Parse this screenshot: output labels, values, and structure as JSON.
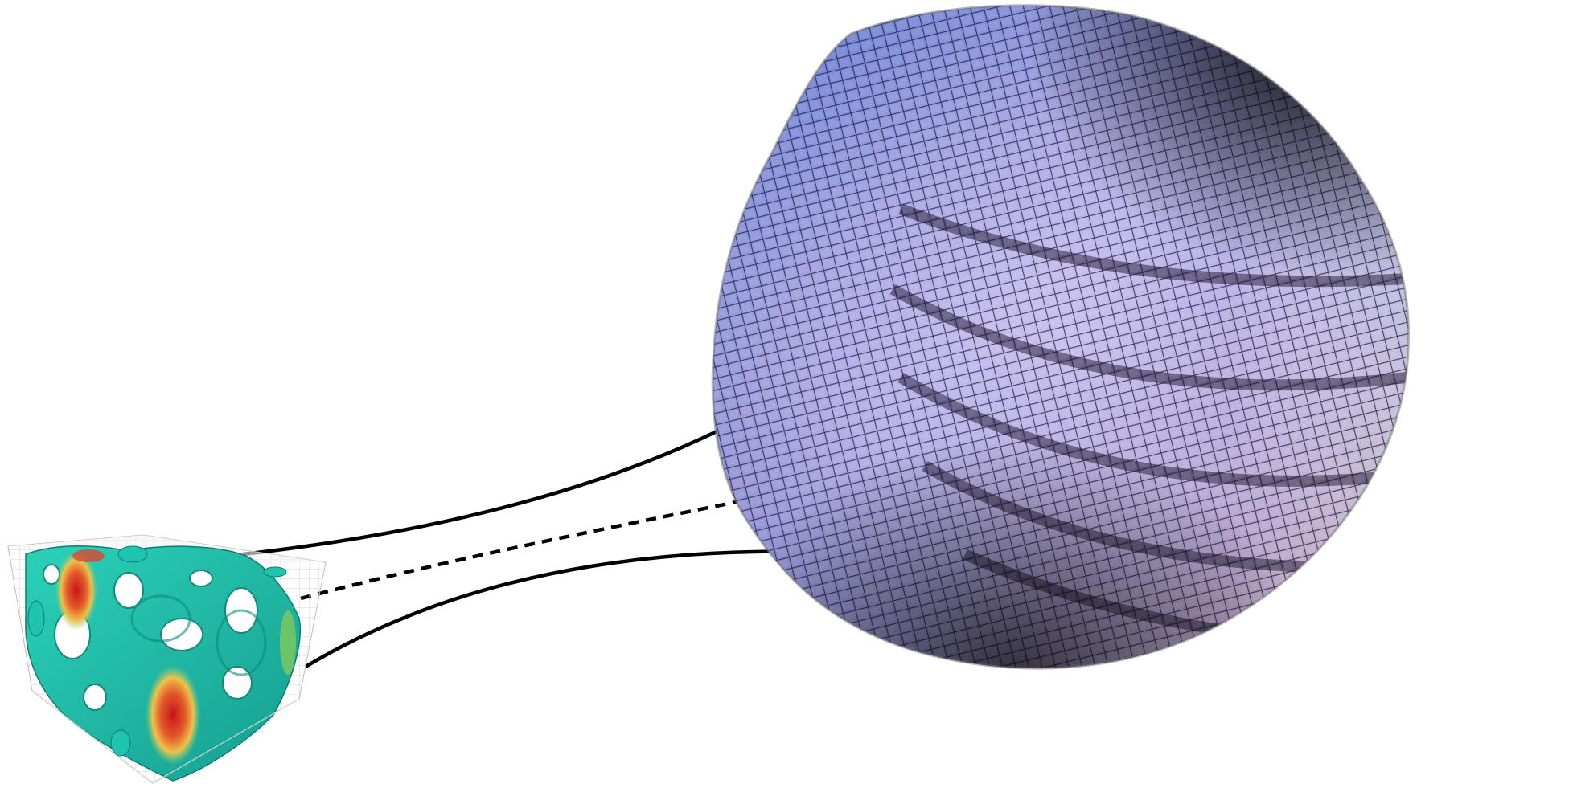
{
  "figure": {
    "left_object": {
      "icon": "voxel-cube-isosurface-icon"
    },
    "right_object": {
      "icon": "voxel-sphere-icon"
    },
    "connectors": [
      {
        "style": "solid"
      },
      {
        "style": "dashed"
      },
      {
        "style": "solid"
      }
    ],
    "colors": {
      "background": "#ffffff",
      "connector": "#000000",
      "cube_teal": "#1fc4b0",
      "cube_hot": "#d8261c",
      "cube_warm": "#f0c64a",
      "sphere_blue": "#6f8fd8",
      "sphere_lavender": "#b9b3e8",
      "sphere_pink": "#cfa3b8",
      "sphere_peach": "#d8a98b",
      "sphere_dark": "#000000"
    }
  }
}
